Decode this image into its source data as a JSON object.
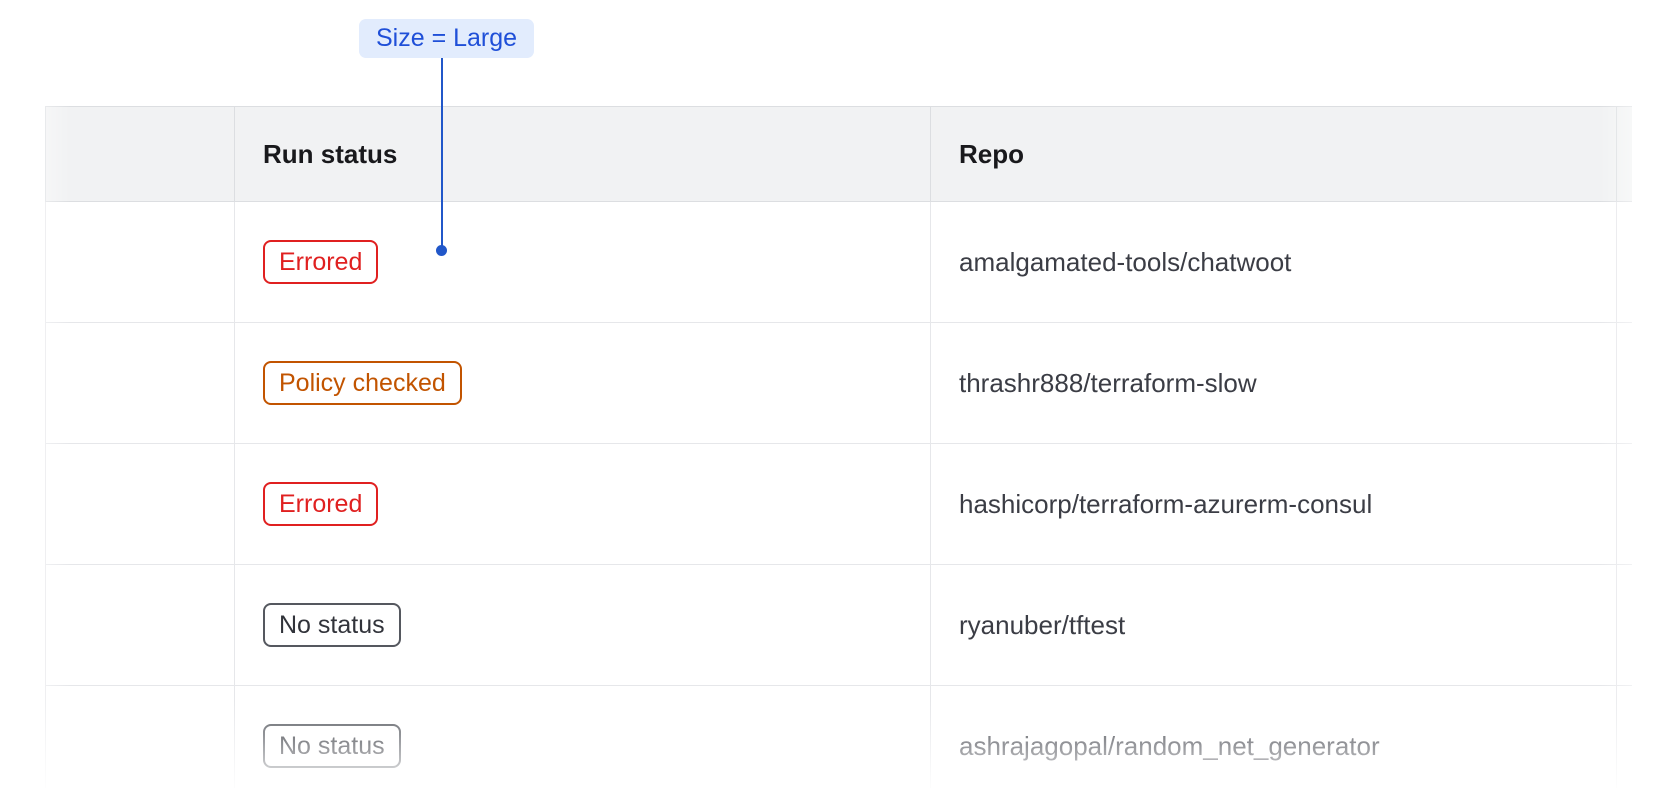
{
  "annotation": {
    "label": "Size = Large",
    "badge_bg": "#e2ecfd",
    "text_color": "#1f4fd8",
    "line_color": "#2157c9"
  },
  "table": {
    "columns": [
      {
        "key": "select",
        "label": ""
      },
      {
        "key": "status",
        "label": "Run status"
      },
      {
        "key": "repo",
        "label": "Repo"
      },
      {
        "key": "tail",
        "label": ""
      }
    ],
    "rows": [
      {
        "status": "Errored",
        "status_kind": "errored",
        "repo": "amalgamated-tools/chatwoot"
      },
      {
        "status": "Policy checked",
        "status_kind": "policy-checked",
        "repo": "thrashr888/terraform-slow"
      },
      {
        "status": "Errored",
        "status_kind": "errored",
        "repo": "hashicorp/terraform-azurerm-consul"
      },
      {
        "status": "No status",
        "status_kind": "no-status",
        "repo": "ryanuber/tftest"
      },
      {
        "status": "No status",
        "status_kind": "no-status",
        "repo": "ashrajagopal/random_net_generator"
      }
    ],
    "status_colors": {
      "errored": "#e02020",
      "policy-checked": "#c25400",
      "no-status": "#55585f"
    },
    "header_bg": "#f1f2f3",
    "border_color": "#dcdee1"
  }
}
